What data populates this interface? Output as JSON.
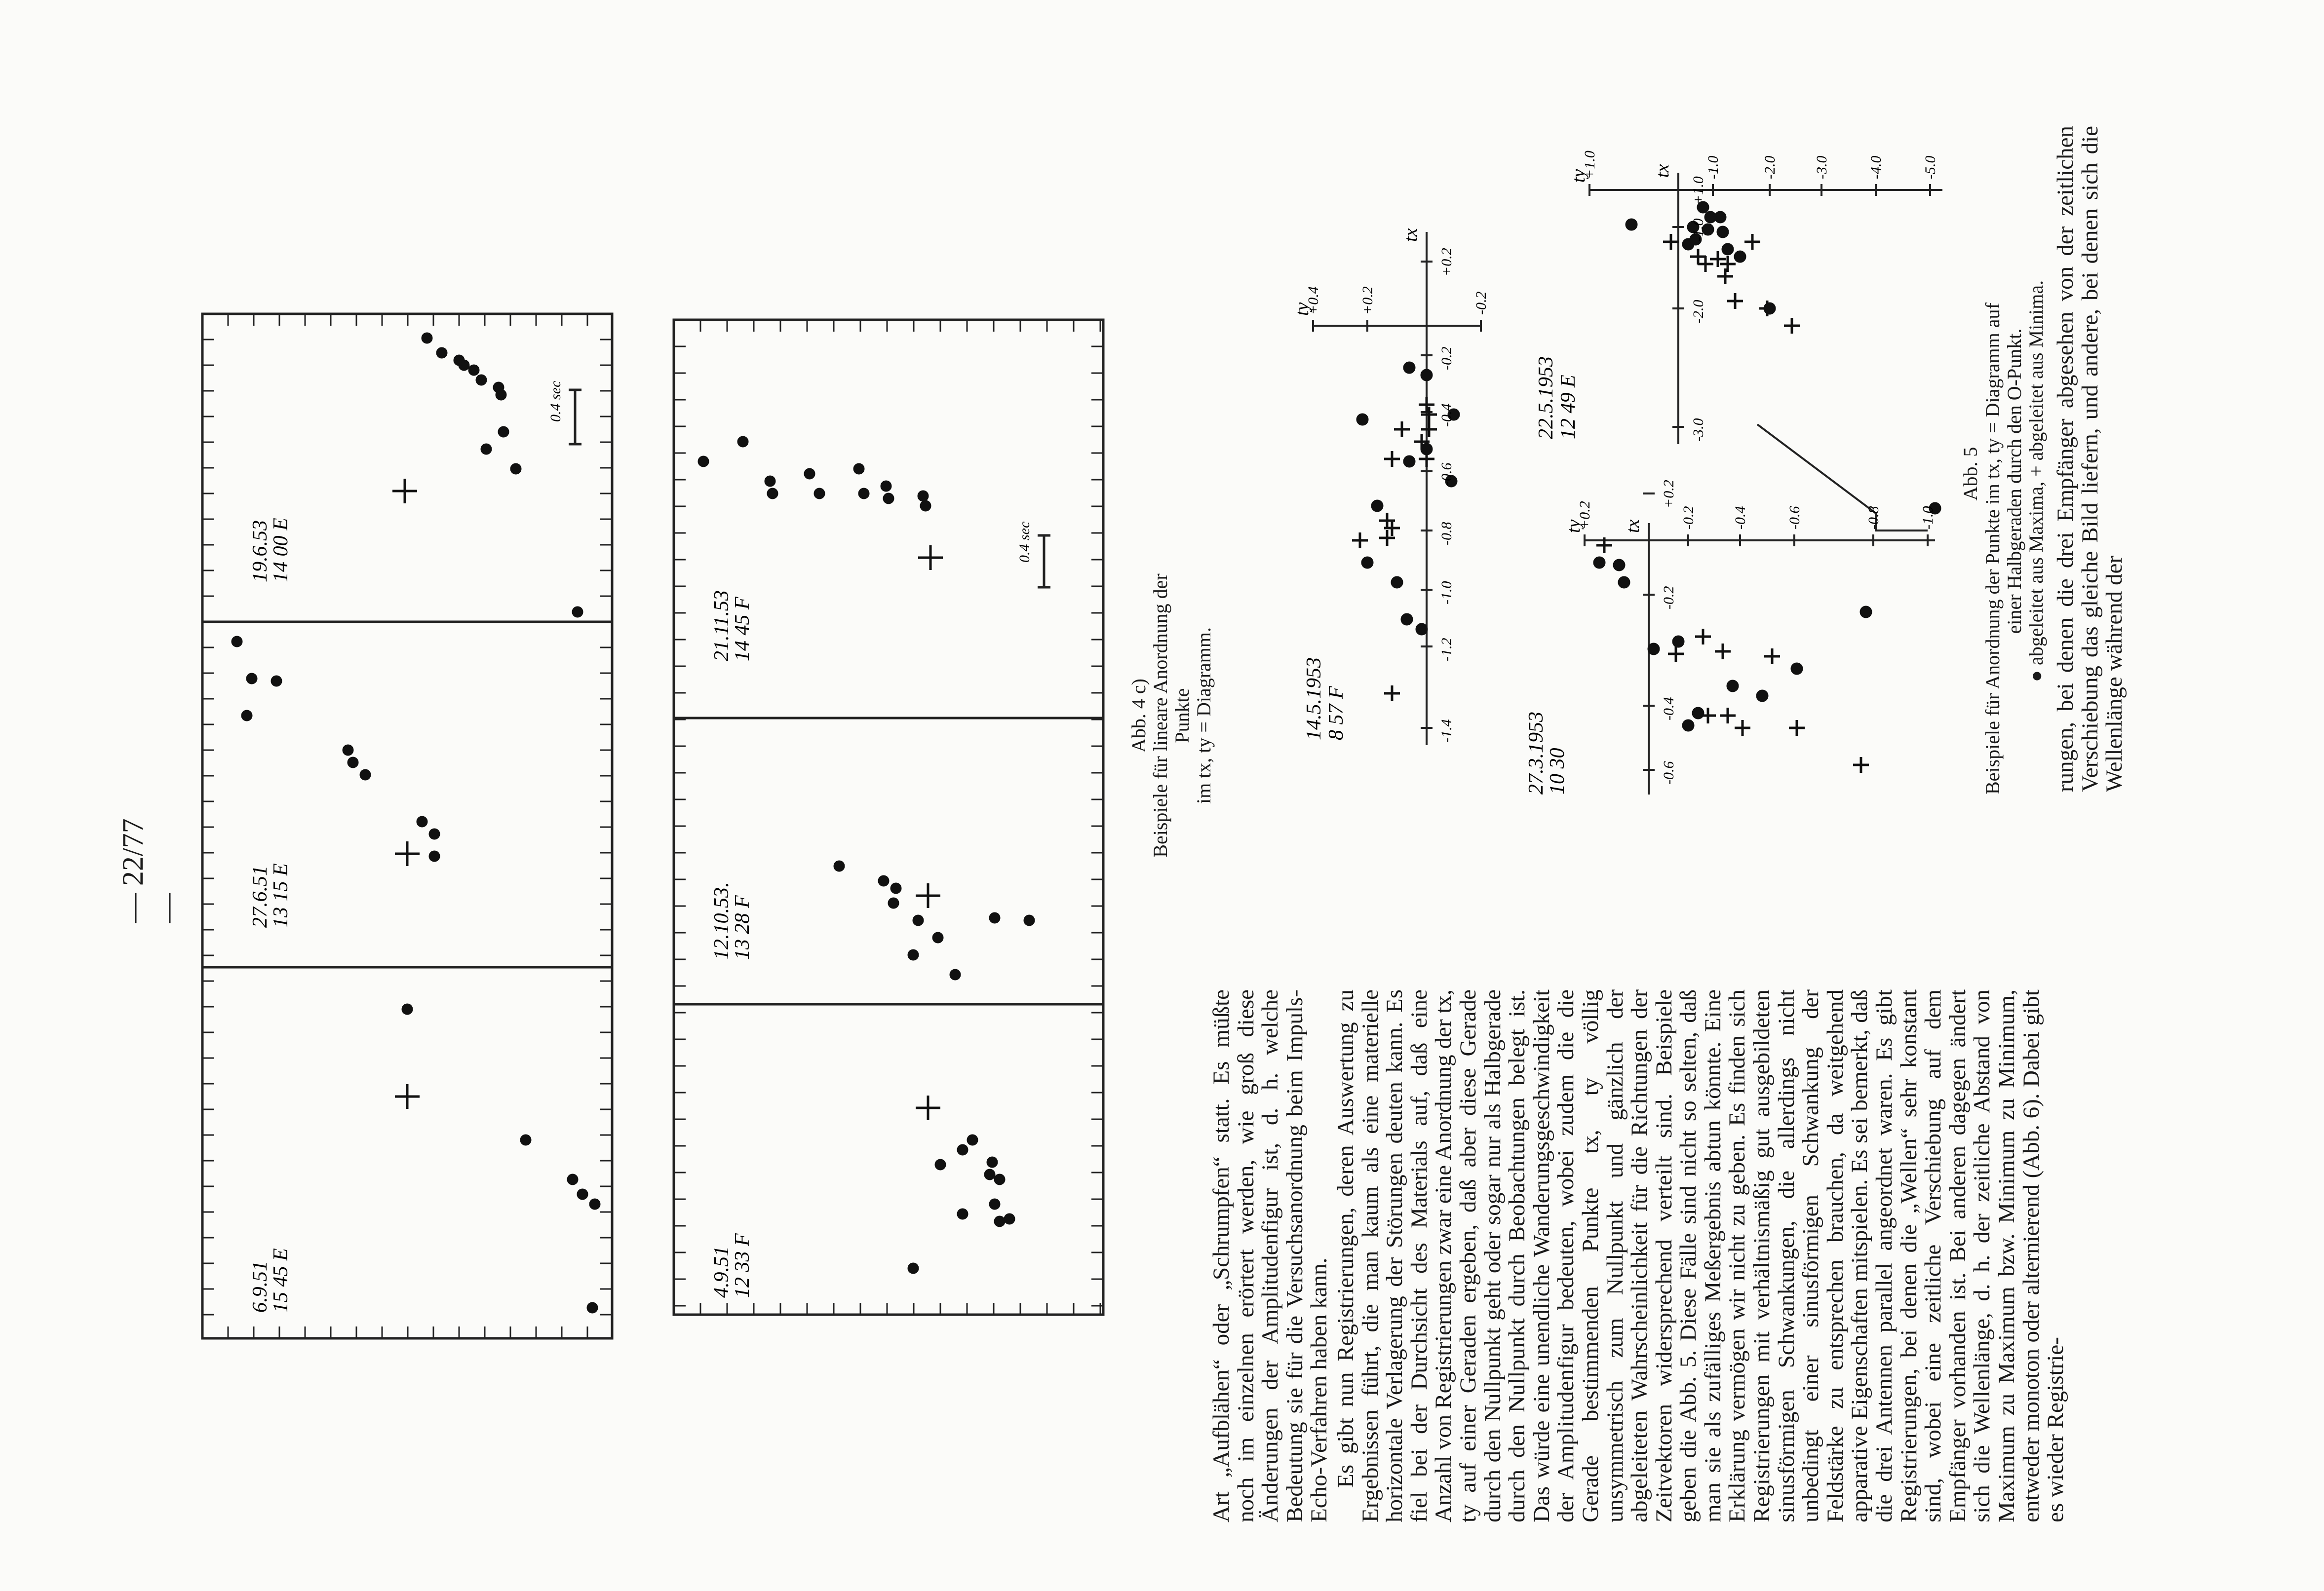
{
  "page_number": "— 22/77 —",
  "text": {
    "p1": "Art „Aufblähen“ oder „Schrumpfen“ statt. Es müßte noch im einzelnen erörtert werden, wie groß diese Änderungen der Amplitudenfigur ist, d. h. welche Bedeutung sie für die Versuchsanordnung beim Impuls-Echo-Verfahren haben kann.",
    "p2": "Es gibt nun Registrierungen, deren Auswertung zu Ergebnissen führt, die man kaum als eine materielle horizontale Verlagerung der Störungen deuten kann. Es fiel bei der Durchsicht des Materials auf, daß eine Anzahl von Registrierungen zwar eine Anordnung der tx, ty auf einer Geraden ergeben, daß aber diese Gerade durch den Nullpunkt geht oder sogar nur als Halbgerade durch den Nullpunkt durch Beobachtungen belegt ist. Das würde eine unendliche Wanderungsgeschwindigkeit der Amplitudenfigur bedeuten, wobei zudem die die Gerade bestimmenden Punkte tx, ty völlig unsymmetrisch zum Nullpunkt und gänzlich der abgeleiteten Wahrscheinlichkeit für die Richtungen der Zeitvektoren widersprechend verteilt sind. Beispiele geben die Abb. 5. Diese Fälle sind nicht so selten, daß man sie als zufälliges Meßergebnis abtun könnte. Eine Erklärung vermögen wir nicht zu geben. Es finden sich Registrierungen mit verhältnismäßig gut ausgebildeten sinusförmigen Schwankungen, die allerdings nicht unbedingt einer sinusförmigen Schwankung der Feldstärke zu entsprechen brauchen, da weitgehend apparative Eigenschaften mitspielen. Es sei bemerkt, daß die drei Antennen parallel angeordnet waren. Es gibt Registrierungen, bei denen die „Wellen“ sehr konstant sind, wobei eine zeitliche Verschiebung auf dem Empfänger vorhanden ist. Bei anderen dagegen ändert sich die Wellenlänge, d. h. der zeitliche Abstand von Maximum zu Maximum bzw. Minimum zu Minimum, entweder monoton oder alternierend (Abb. 6). Dabei gibt es wieder Registrie-",
    "p3": "rungen, bei denen die drei Empfänger abgesehen von der zeitlichen Verschiebung das gleiche Bild liefern, und andere, bei denen sich die Wellenlänge während der"
  },
  "fig4": {
    "caption_line1": "Abb. 4 c)",
    "caption_line2": "Beispiele für lineare Anordnung der Punkte",
    "caption_line3": "im tx, ty = Diagramm.",
    "scale_label": "0.4 sec",
    "panels": [
      {
        "date": "6.9.51",
        "time": "15 45 E"
      },
      {
        "date": "27.6.51",
        "time": "13 15 E"
      },
      {
        "date": "19.6.53",
        "time": "14 00 E"
      },
      {
        "date": "4.9.51",
        "time": "12 33 F"
      },
      {
        "date": "12.10.53.",
        "time": "13 28 F"
      },
      {
        "date": "21.11.53",
        "time": "14 45 F"
      }
    ]
  },
  "fig5": {
    "caption_line1": "Abb. 5",
    "caption_line2": "Beispiele für Anordnung der Punkte im tx, ty = Diagramm auf",
    "caption_line3": "einer Halbgeraden durch den O-Punkt.",
    "caption_line4": "abgeleitet aus Maxima, + abgeleitet aus Minima.",
    "axis_tx": "tx",
    "axis_ty": "ty",
    "panels": [
      {
        "date": "14.5.1953",
        "time": "8 57 F",
        "x_ticks": [
          "-1.4",
          "-1.2",
          "-1.0",
          "-0.8",
          "-0.6",
          "-0.4",
          "-0.2",
          "+0.2"
        ],
        "y_ticks": [
          "+0.4",
          "+0.2",
          "-0.2"
        ]
      },
      {
        "date": "27.3.1953",
        "time": "10 30",
        "x_ticks": [
          "-0.6",
          "-0.4",
          "-0.2",
          "+0.2"
        ],
        "y_ticks": [
          "+0.2",
          "-0.2",
          "-0.4",
          "-0.6",
          "-0.8",
          "-1.0"
        ]
      },
      {
        "date": "22.5.1953",
        "time": "12 49 E",
        "x_ticks": [
          "-3.0",
          "-2.0",
          "-1.0",
          "+1.0"
        ],
        "y_ticks": [
          "+1.0",
          "-1.0",
          "-2.0",
          "-3.0",
          "-4.0",
          "-5.0"
        ]
      }
    ]
  }
}
